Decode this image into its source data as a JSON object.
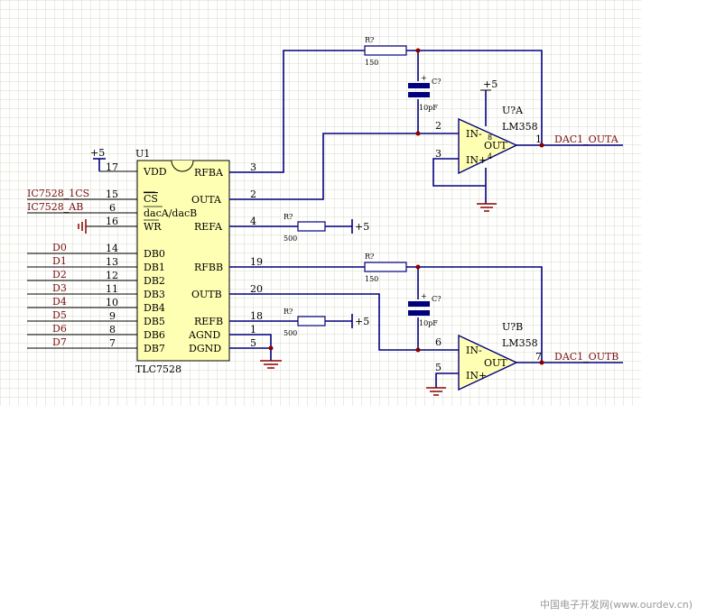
{
  "chip": {
    "designator": "U1",
    "part": "TLC7528",
    "left_pins": [
      {
        "num": "17",
        "label": "VDD"
      },
      {
        "num": "15",
        "label": "CS"
      },
      {
        "num": "6",
        "label": "dacA/dacB"
      },
      {
        "num": "16",
        "label": "WR"
      },
      {
        "num": "14",
        "label": "DB0"
      },
      {
        "num": "13",
        "label": "DB1"
      },
      {
        "num": "12",
        "label": "DB2"
      },
      {
        "num": "11",
        "label": "DB3"
      },
      {
        "num": "10",
        "label": "DB4"
      },
      {
        "num": "9",
        "label": "DB5"
      },
      {
        "num": "8",
        "label": "DB6"
      },
      {
        "num": "7",
        "label": "DB7"
      }
    ],
    "right_pins": [
      {
        "num": "3",
        "label": "RFBA"
      },
      {
        "num": "2",
        "label": "OUTA"
      },
      {
        "num": "4",
        "label": "REFA"
      },
      {
        "num": "19",
        "label": "RFBB"
      },
      {
        "num": "20",
        "label": "OUTB"
      },
      {
        "num": "18",
        "label": "REFB"
      },
      {
        "num": "1",
        "label": "AGND"
      },
      {
        "num": "5",
        "label": "DGND"
      }
    ]
  },
  "nets": {
    "data_bus": [
      "D0",
      "D1",
      "D2",
      "D3",
      "D4",
      "D5",
      "D6",
      "D7"
    ],
    "cs": "IC7528_1CS",
    "ab": "IC7528_AB",
    "vdd": "+5",
    "refa": "+5",
    "refb": "+5",
    "op_supply": "+5",
    "out_a": "DAC1_OUTA",
    "out_b": "DAC1_OUTB"
  },
  "components": {
    "r_fb_a": {
      "ref": "R?",
      "value": "150"
    },
    "r_ref_a": {
      "ref": "R?",
      "value": "500"
    },
    "c_a": {
      "ref": "C?",
      "value": "10pF"
    },
    "r_fb_b": {
      "ref": "R?",
      "value": "150"
    },
    "r_ref_b": {
      "ref": "R?",
      "value": "500"
    },
    "c_b": {
      "ref": "C?",
      "value": "10pF"
    }
  },
  "opamps": {
    "a": {
      "ref": "U?A",
      "part": "LM358",
      "inm": "IN-",
      "inp": "IN+",
      "out": "OUT",
      "pin_inm": "2",
      "pin_inp": "3",
      "pin_out": "1",
      "pin_v": "8",
      "pin_g": "4"
    },
    "b": {
      "ref": "U?B",
      "part": "LM358",
      "inm": "IN-",
      "inp": "IN+",
      "out": "OUT",
      "pin_inm": "6",
      "pin_inp": "5",
      "pin_out": "7"
    }
  },
  "watermark": "中国电子开发网(www.ourdev.cn)"
}
